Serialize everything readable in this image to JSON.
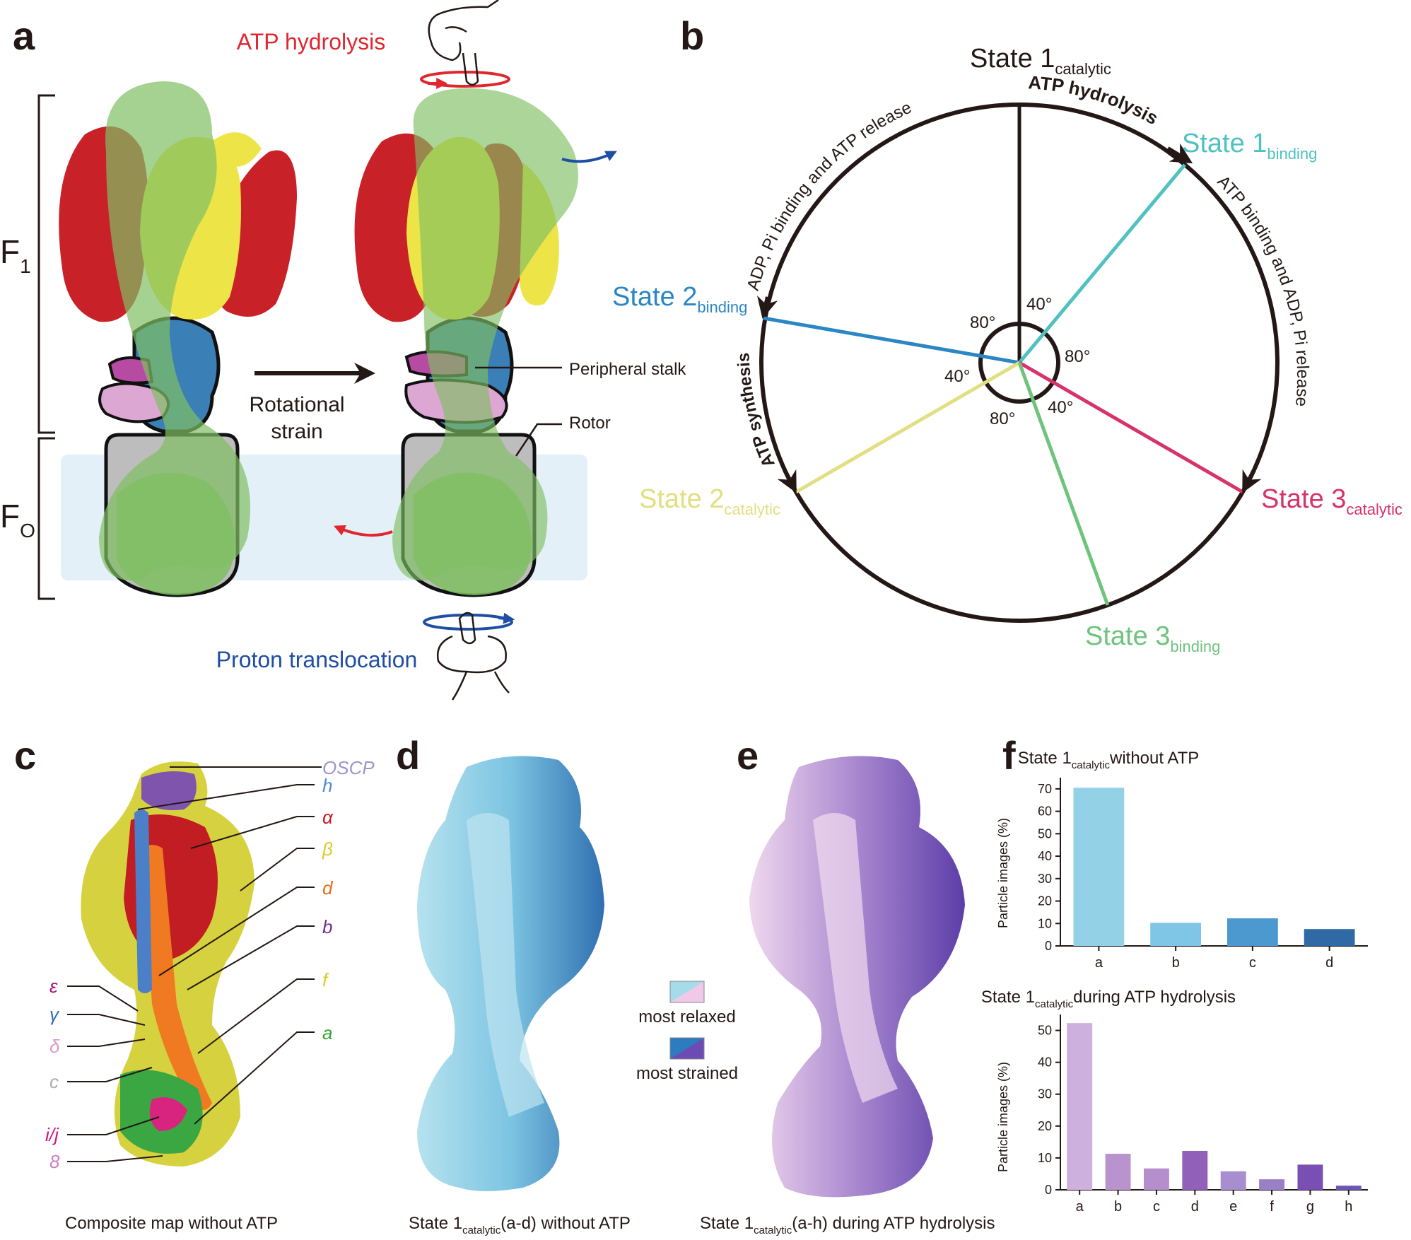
{
  "panels": {
    "a": "a",
    "b": "b",
    "c": "c",
    "d": "d",
    "e": "e",
    "f": "f"
  },
  "panel_a": {
    "atp_hydrolysis": "ATP hydrolysis",
    "proton_translocation": "Proton translocation",
    "rotational": "Rotational",
    "strain": "strain",
    "peripheral_stalk": "Peripheral stalk",
    "rotor": "Rotor",
    "f1_main": "F",
    "f1_sub": "1",
    "fo_main": "F",
    "fo_sub": "O",
    "colors": {
      "alpha": "#c92128",
      "beta": "#ede447",
      "stalk": "#7fbf62",
      "gamma": "#3a7fb5",
      "delta": "#dca7d3",
      "membrane": "#e3f0f8",
      "c_ring": "#b8b8b8"
    }
  },
  "panel_b": {
    "s1c_main": "State 1",
    "s1c_sub": "catalytic",
    "s1b_main": "State 1",
    "s1b_sub": "binding",
    "s2b_main": "State 2",
    "s2b_sub": "binding",
    "s2c_main": "State 2",
    "s2c_sub": "catalytic",
    "s3c_main": "State 3",
    "s3c_sub": "catalytic",
    "s3b_main": "State 3",
    "s3b_sub": "binding",
    "arc_hydrolysis": "ATP hydrolysis",
    "arc_adp_release": "ADP, Pi binding and ATP release",
    "arc_atp_binding": "ATP binding and ADP, Pi release",
    "arc_synthesis": "ATP synthesis",
    "angles": {
      "a40_top": "40°",
      "a80_left": "80°",
      "a80_right": "80°",
      "a40_left": "40°",
      "a80_bottom": "80°",
      "a40_bottom": "40°"
    },
    "colors": {
      "s1c": "#231815",
      "s1b": "#4fc1c0",
      "s2b": "#2a86c4",
      "s2c": "#e2de82",
      "s3c": "#d6336a",
      "s3b": "#6fc37d"
    }
  },
  "panel_c": {
    "caption": "Composite map without ATP",
    "labels": [
      {
        "text": "OSCP",
        "color": "#9b96cc"
      },
      {
        "text": "h",
        "color": "#4a8ad0"
      },
      {
        "text": "α",
        "color": "#d0161e"
      },
      {
        "text": "β",
        "color": "#d7cd2c"
      },
      {
        "text": "d",
        "color": "#ec6c1c"
      },
      {
        "text": "b",
        "color": "#74318f"
      },
      {
        "text": "f",
        "color": "#e0c72a"
      },
      {
        "text": "a",
        "color": "#3aa535"
      },
      {
        "text": "ε",
        "color": "#a2157a"
      },
      {
        "text": "γ",
        "color": "#2f6fb5"
      },
      {
        "text": "δ",
        "color": "#d99acb"
      },
      {
        "text": "c",
        "color": "#aaaaaa"
      },
      {
        "text": "i/j",
        "color": "#d3137c"
      },
      {
        "text": "8",
        "color": "#cc80c0"
      }
    ]
  },
  "panel_d": {
    "caption_pre": "State 1",
    "caption_sub": "catalytic",
    "caption_post": "(a-d) without ATP",
    "legend_relaxed": "most relaxed",
    "legend_strained": "most strained"
  },
  "panel_e": {
    "caption_pre": "State 1",
    "caption_sub": "catalytic",
    "caption_post": "(a-h) during ATP hydrolysis"
  },
  "chart_data": [
    {
      "type": "bar",
      "title_pre": "State 1",
      "title_sub": "catalytic",
      "title_post": "without ATP",
      "ylabel": "Particle images (%)",
      "categories": [
        "a",
        "b",
        "c",
        "d"
      ],
      "values": [
        70.5,
        10.3,
        12.3,
        7.5
      ],
      "ylim": [
        0,
        75
      ],
      "yticks": [
        0,
        10,
        20,
        30,
        40,
        50,
        60,
        70
      ],
      "colors": [
        "#93d1e6",
        "#7fc6e6",
        "#4c99cf",
        "#2f6aa6"
      ]
    },
    {
      "type": "bar",
      "title_pre": "State 1",
      "title_sub": "catalytic",
      "title_post": "during ATP hydrolysis",
      "ylabel": "Particle images (%)",
      "categories": [
        "a",
        "b",
        "c",
        "d",
        "e",
        "f",
        "g",
        "h"
      ],
      "values": [
        52.3,
        11.3,
        6.7,
        12.2,
        5.8,
        3.3,
        7.9,
        1.3
      ],
      "ylim": [
        0,
        55
      ],
      "yticks": [
        0,
        10,
        20,
        30,
        40,
        50
      ],
      "colors": [
        "#cdb0dc",
        "#b893ce",
        "#b48fcc",
        "#9160b8",
        "#a78ed0",
        "#9b7fc6",
        "#7a4fb3",
        "#6a56b5"
      ]
    }
  ]
}
